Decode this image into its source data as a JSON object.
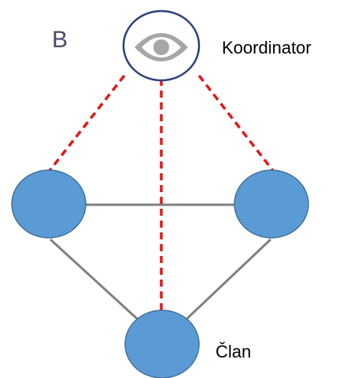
{
  "diagram": {
    "panel_letter": "B",
    "coordinator_label": "Koordinator",
    "member_label": "Član",
    "coordinator_icon": "eye-icon",
    "colors": {
      "member_fill": "#5b9bd5",
      "member_stroke": "#41719c",
      "member_link": "#808080",
      "coordinator_link": "#e01a1a",
      "coordinator_ring": "#2f3f7f",
      "eye_fill": "#a6a6a6",
      "panel_letter": "#4a4a68"
    }
  }
}
